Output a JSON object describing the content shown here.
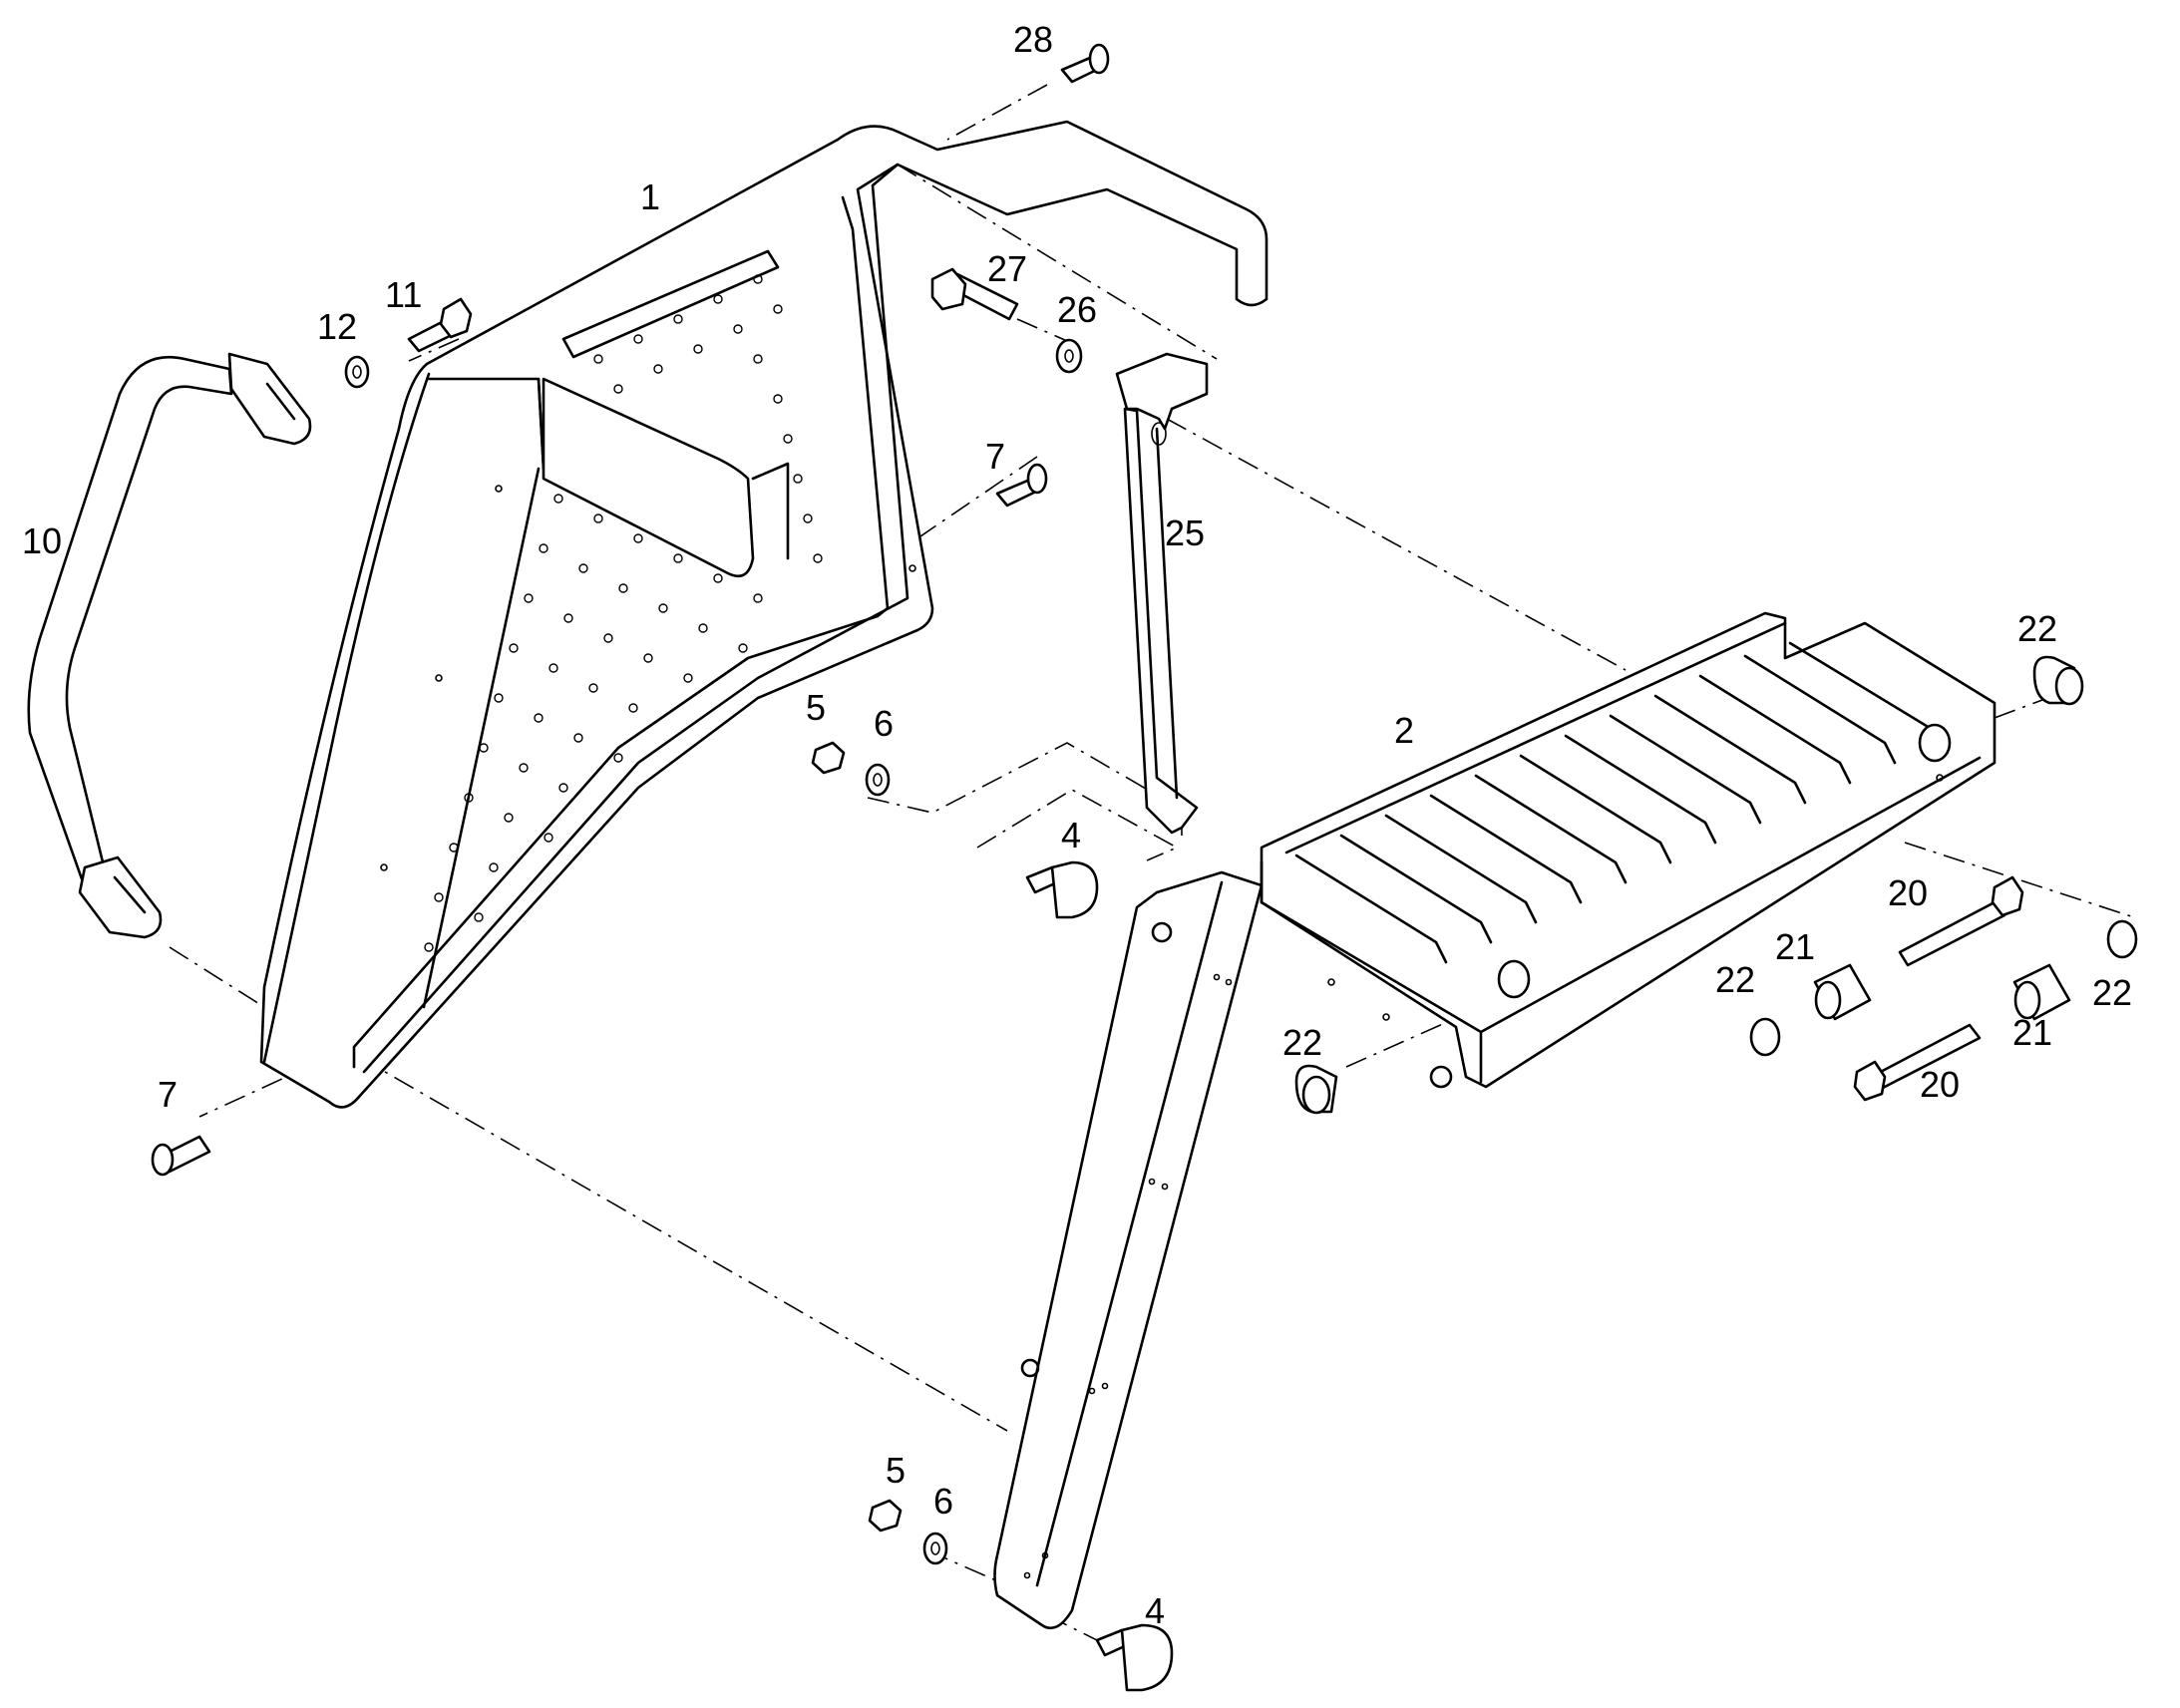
{
  "callouts": {
    "c28": "28",
    "c1": "1",
    "c27": "27",
    "c26": "26",
    "c11": "11",
    "c12": "12",
    "c7a": "7",
    "c10": "10",
    "c25": "25",
    "c22a": "22",
    "c2": "2",
    "c5a": "5",
    "c6a": "6",
    "c4a": "4",
    "c20a": "20",
    "c21a": "21",
    "c22b": "22",
    "c22c": "22",
    "c21b": "21",
    "c20b": "20",
    "c22d": "22",
    "c7b": "7",
    "c5b": "5",
    "c6b": "6",
    "c4b": "4"
  }
}
